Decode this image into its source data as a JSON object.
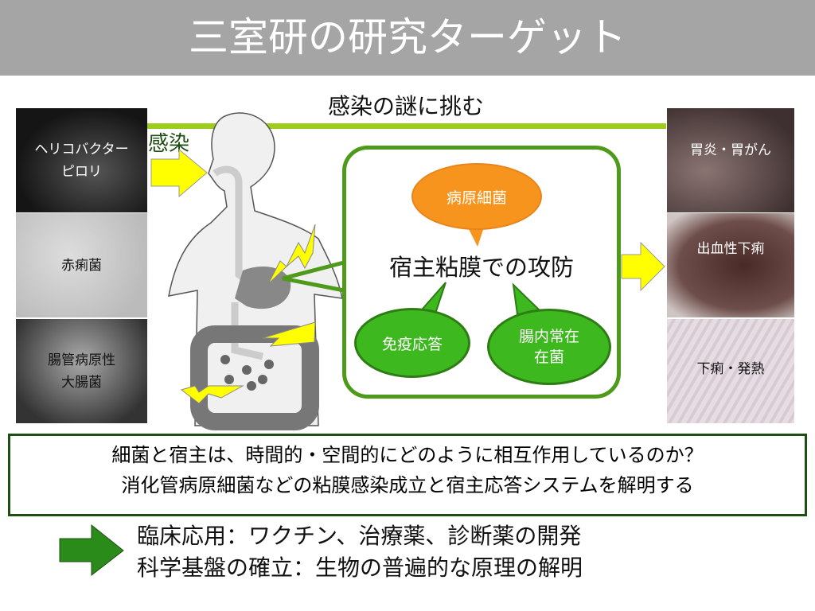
{
  "title": "三室研の研究ターゲット",
  "subtitle": "感染の謎に挑む",
  "infection_label": "感染",
  "pathogens": [
    {
      "line1": "ヘリコバクター",
      "line2": "ピロリ"
    },
    {
      "line1": "赤痢菌",
      "line2": ""
    },
    {
      "line1": "腸管病原性",
      "line2": "大腸菌"
    }
  ],
  "diseases": [
    "胃炎・胃がん",
    "出血性下痢",
    "下痢・発熱"
  ],
  "mucosa": {
    "title": "宿主粘膜での攻防",
    "pathogen_bubble": "病原細菌",
    "immune_bubble": "免疫応答",
    "flora_bubble_line1": "腸内常在",
    "flora_bubble_line2": "在菌"
  },
  "question": {
    "line1": "細菌と宿主は、時間的・空間的にどのように相互作用しているのか？",
    "line2": "消化管病原細菌などの粘膜感染成立と宿主応答システムを解明する"
  },
  "outcomes": [
    "臨床応用：ワクチン、治療薬、診断薬の開発",
    "科学基盤の確立：生物の普遍的な原理の解明"
  ],
  "colors": {
    "header": "#a5a5a5",
    "green": "#4e9a1a",
    "lime": "#9ccd1c",
    "orange": "#f7941d",
    "yellow": "#ffff00",
    "arrow_green": "#2a8a1a"
  }
}
